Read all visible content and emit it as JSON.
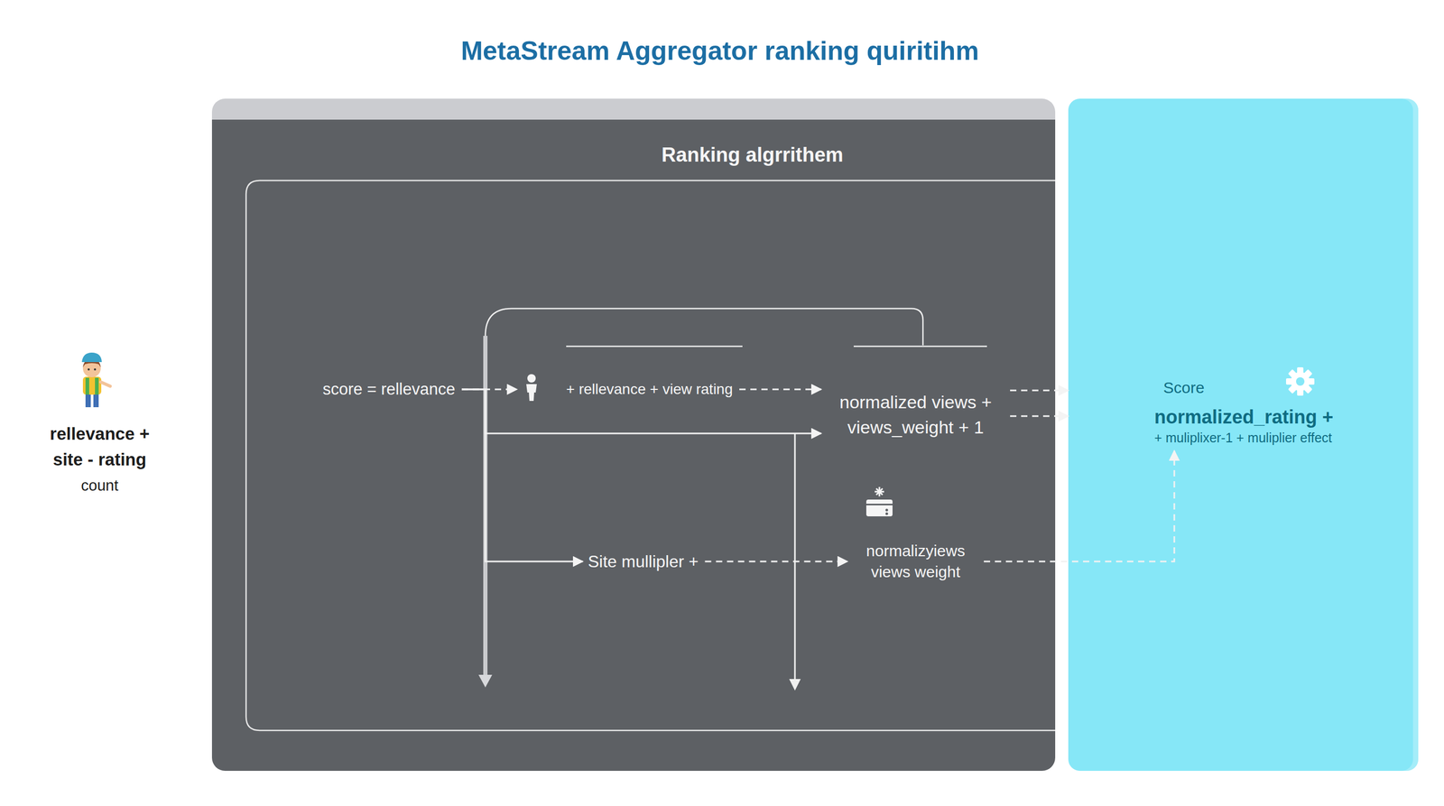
{
  "diagram": {
    "title": "MetaStream Aggregator ranking quiritihm",
    "nodes": [
      {
        "text": [
          "Ranking algrrithem"
        ]
      },
      {
        "text": [
          "score = rellevance"
        ],
        "in": 0
      },
      {
        "text": [
          "+ rellevance + view rating"
        ],
        "in": 0
      },
      {
        "text": [
          "normalized views + views_weight + 1"
        ],
        "in": 0
      },
      {
        "text": [
          "Site mullipler +"
        ],
        "in": 0
      },
      {
        "text": [
          "normalizyiews views weight"
        ],
        "in": 0
      },
      {
        "text": [
          "Score"
        ]
      },
      {
        "text": [
          "normalized_rating +",
          "+ muliplixer-1 + muliplier effect"
        ],
        "in": 6
      }
    ],
    "edges": [
      {
        "from": 1,
        "to": 2,
        "arrow": "to"
      },
      {
        "from": 2,
        "to": 3,
        "arrow": "to"
      },
      {
        "from": 3,
        "to": 6,
        "arrow": "to"
      },
      {
        "from": 3,
        "to": 6,
        "arrow": "to"
      },
      {
        "from": 1,
        "to": 3,
        "arrow": "to"
      },
      {
        "from": 1,
        "to": 4,
        "arrow": "to"
      },
      {
        "from": 4,
        "to": 5,
        "arrow": "to"
      },
      {
        "from": 5,
        "to": 7,
        "arrow": "to"
      }
    ],
    "labels": [
      "rellevance +",
      "site - rating",
      "count"
    ]
  }
}
